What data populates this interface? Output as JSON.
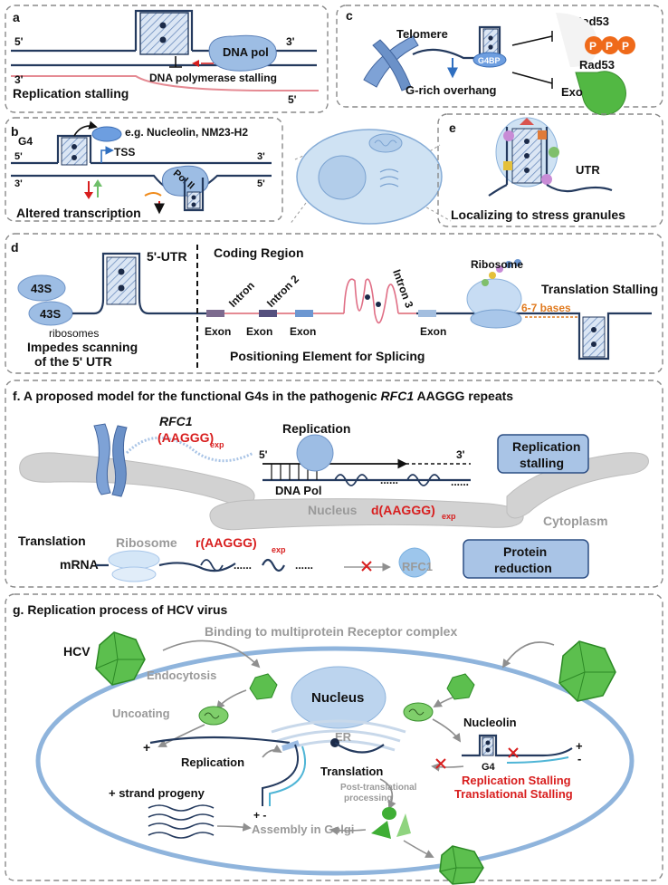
{
  "panels": {
    "a": {
      "letter": "a",
      "five_prime_top": "5'",
      "three_prime_top": "3'",
      "three_prime_bottom": "3'",
      "five_prime_bottom": "5'",
      "dna_pol": "DNA pol",
      "dna_pol_stalling": "DNA polymerase stalling",
      "replication_stalling": "Replication stalling"
    },
    "b": {
      "letter": "b",
      "g4": "G4",
      "example": "e.g. Nucleolin, NM23-H2",
      "tss": "TSS",
      "five_prime_left": "5'",
      "three_prime_left": "3'",
      "three_prime_right": "3'",
      "five_prime_right": "5'",
      "pol2": "Pol II",
      "altered_transcription": "Altered transcription"
    },
    "c": {
      "letter": "c",
      "telomere": "Telomere",
      "g4bp": "G4BP",
      "rad53_top": "Rad53",
      "p1": "P",
      "p2": "P",
      "p3": "P",
      "rad53_bottom": "Rad53",
      "g_rich": "G-rich overhang",
      "exo": "Exo"
    },
    "e": {
      "letter": "e",
      "utr": "UTR",
      "stress": "Localizing to stress granules"
    },
    "d": {
      "letter": "d",
      "utr5": "5'-UTR",
      "s43a": "43S",
      "s43b": "43S",
      "ribosomes": "ribosomes",
      "impedes1": "Impedes scanning",
      "impedes2": "of the 5' UTR",
      "coding": "Coding Region",
      "intron1": "Intron",
      "intron2": "Intron 2",
      "intron3": "Intron 3",
      "exon1": "Exon",
      "exon2": "Exon",
      "exon3": "Exon",
      "exon4": "Exon",
      "ribosome": "Ribosome",
      "translation_stalling": "Translation Stalling",
      "bases": "6-7 bases",
      "positioning": "Positioning Element for Splicing"
    },
    "f": {
      "title_pre": "f. A proposed model for the functional G4s in the pathogenic ",
      "title_gene": "RFC1",
      "title_post": " AAGGG repeats",
      "rfc1": "RFC1",
      "aaggg": "(AAGGG)",
      "exp1": "exp",
      "replication": "Replication",
      "five_prime": "5'",
      "three_prime": "3'",
      "dna_pol": "DNA Pol",
      "nucleus": "Nucleus",
      "d_aaggg": "d(AAGGG)",
      "exp2": "exp",
      "repl_box_1": "Replication",
      "repl_box_2": "stalling",
      "cytoplasm": "Cytoplasm",
      "translation": "Translation",
      "ribosome": "Ribosome",
      "r_aaggg": "r(AAGGG)",
      "exp3": "exp",
      "mrna": "mRNA",
      "rfc1_protein": "RFC1",
      "dots1": "......",
      "dots2": "......",
      "dots3": "......",
      "dots4": "......",
      "protein_box_1": "Protein",
      "protein_box_2": "reduction"
    },
    "g": {
      "title": "g. Replication process of HCV virus",
      "binding": "Binding to multiprotein Receptor complex",
      "hcv": "HCV",
      "endocytosis": "Endocytosis",
      "nucleus": "Nucleus",
      "uncoating": "Uncoating",
      "er": "ER",
      "nucleolin": "Nucleolin",
      "plus1": "+",
      "replication": "Replication",
      "g4": "G4",
      "plus2": "+",
      "minus2": "-",
      "translation": "Translation",
      "repl_stalling": "Replication Stalling",
      "transl_stalling": "Translational Stalling",
      "strand": "+ strand progeny",
      "pm": "+ -",
      "post1": "Post-translational",
      "post2": "processing",
      "assembly": "Assembly in Golgi"
    }
  }
}
